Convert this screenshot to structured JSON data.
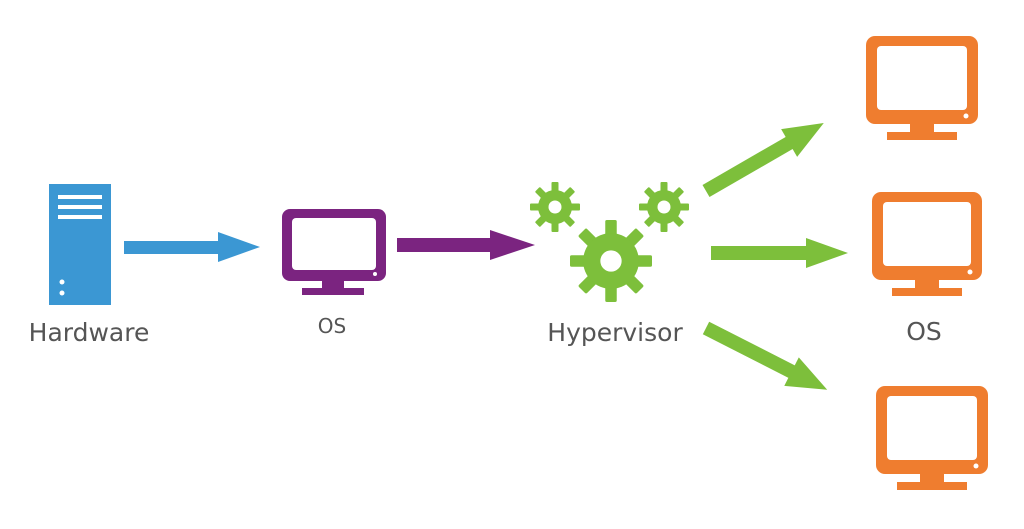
{
  "labels": {
    "hardware": "Hardware",
    "os_host": "OS",
    "hypervisor": "Hypervisor",
    "os_guests": "OS"
  },
  "colors": {
    "hardware": "#3b97d3",
    "host_os": "#7b2480",
    "hypervisor": "#7dbf3b",
    "guest_os": "#ef7d2f",
    "text": "#555555"
  },
  "icons": {
    "hardware": "server-icon",
    "host_os": "monitor-icon",
    "hypervisor": "gears-icon",
    "guest_os": "monitor-icon"
  }
}
